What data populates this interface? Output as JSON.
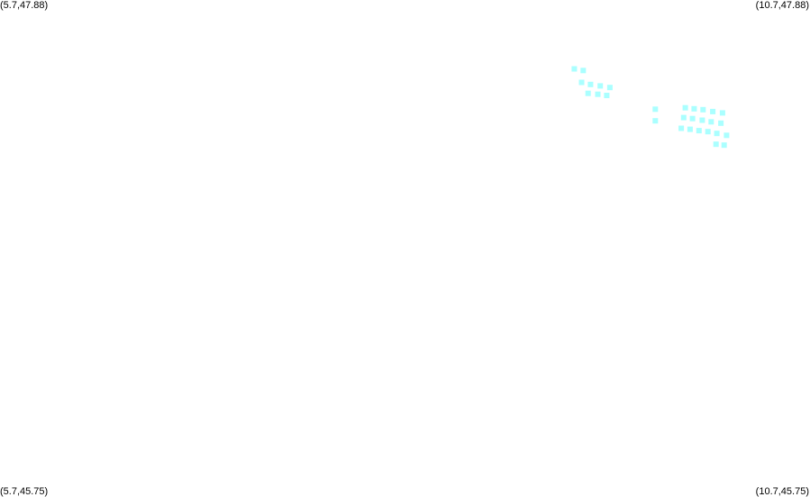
{
  "map": {
    "corners": {
      "top_left": "(5.7,47.88)",
      "top_right": "(10.7,47.88)",
      "bottom_left": "(5.7,45.75)",
      "bottom_right": "(10.7,45.75)"
    },
    "extent": {
      "lon_min": 5.7,
      "lon_max": 10.7,
      "lat_min": 45.75,
      "lat_max": 47.88
    },
    "marker_color": "#aaffff",
    "markers": [
      {
        "lon": 9.245,
        "lat": 47.585
      },
      {
        "lon": 9.3,
        "lat": 47.578
      },
      {
        "lon": 9.29,
        "lat": 47.527
      },
      {
        "lon": 9.345,
        "lat": 47.518
      },
      {
        "lon": 9.405,
        "lat": 47.512
      },
      {
        "lon": 9.465,
        "lat": 47.505
      },
      {
        "lon": 9.33,
        "lat": 47.48
      },
      {
        "lon": 9.39,
        "lat": 47.476
      },
      {
        "lon": 9.445,
        "lat": 47.471
      },
      {
        "lon": 9.745,
        "lat": 47.412
      },
      {
        "lon": 9.745,
        "lat": 47.362
      },
      {
        "lon": 9.93,
        "lat": 47.418
      },
      {
        "lon": 9.985,
        "lat": 47.414
      },
      {
        "lon": 10.04,
        "lat": 47.41
      },
      {
        "lon": 10.1,
        "lat": 47.402
      },
      {
        "lon": 10.16,
        "lat": 47.396
      },
      {
        "lon": 9.92,
        "lat": 47.376
      },
      {
        "lon": 9.975,
        "lat": 47.372
      },
      {
        "lon": 10.035,
        "lat": 47.365
      },
      {
        "lon": 10.09,
        "lat": 47.358
      },
      {
        "lon": 10.15,
        "lat": 47.352
      },
      {
        "lon": 9.905,
        "lat": 47.33
      },
      {
        "lon": 9.96,
        "lat": 47.326
      },
      {
        "lon": 10.015,
        "lat": 47.32
      },
      {
        "lon": 10.07,
        "lat": 47.316
      },
      {
        "lon": 10.125,
        "lat": 47.308
      },
      {
        "lon": 10.185,
        "lat": 47.3
      },
      {
        "lon": 10.12,
        "lat": 47.262
      },
      {
        "lon": 10.17,
        "lat": 47.258
      }
    ]
  }
}
